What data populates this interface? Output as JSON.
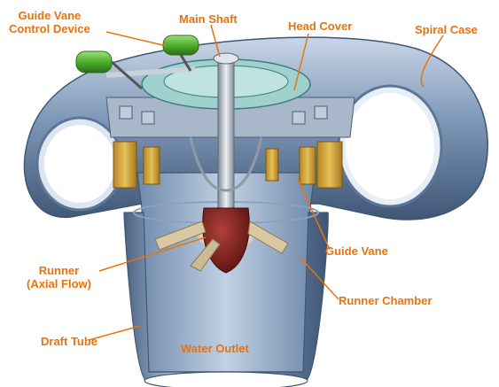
{
  "colors": {
    "label": "#e8730c",
    "leader": "#e8730c",
    "casing": "#6b86a8",
    "casing_light": "#aebfd6",
    "casing_dark": "#3f5675",
    "head_cover": "#9fd2cf",
    "guide_vane": "#d4a73a",
    "runner": "#7a1d1a",
    "shaft": "#b8c2cc",
    "actuator": "#4fae2e"
  },
  "labels": {
    "guide_vane_control": [
      "Guide Vane",
      "Control Device"
    ],
    "main_shaft": "Main Shaft",
    "head_cover": "Head Cover",
    "spiral_case": "Spiral Case",
    "guide_vane": "Guide Vane",
    "runner": [
      "Runner",
      "(Axial Flow)"
    ],
    "runner_chamber": "Runner Chamber",
    "draft_tube": "Draft Tube",
    "water_outlet": "Water Outlet"
  },
  "icons": {
    "actuator": "green-cylinder",
    "runner": "propeller-blade"
  }
}
